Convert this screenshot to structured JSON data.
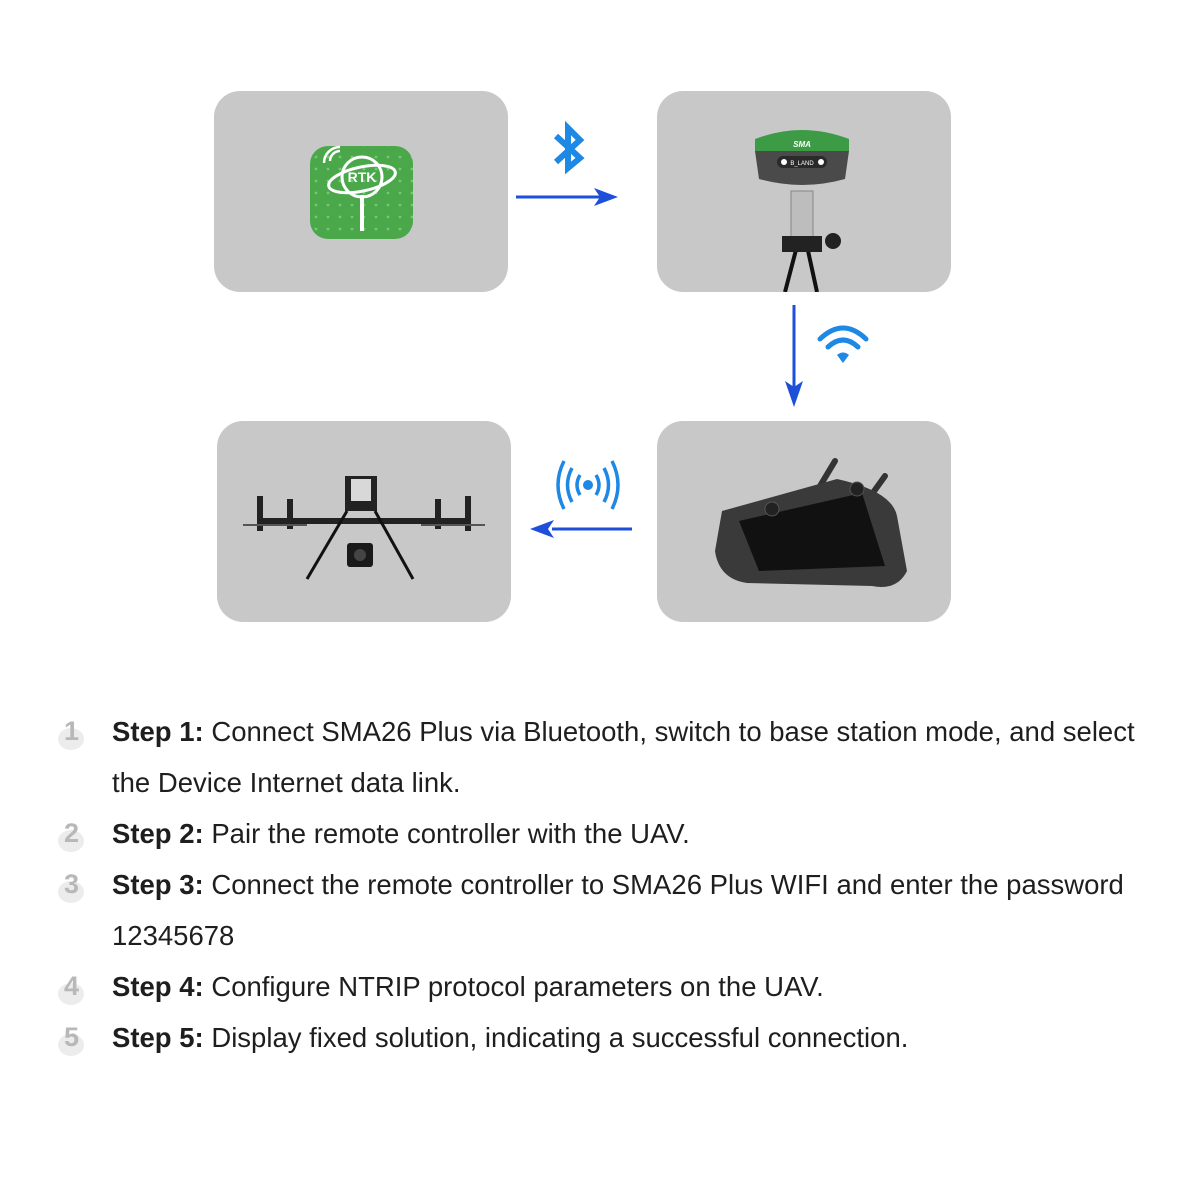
{
  "app_icon": {
    "text": "RTK",
    "color": "#4aa84a"
  },
  "receiver": {
    "brand_text": "SMA",
    "button_text": "B_LAND"
  },
  "colors": {
    "arrow": "#1d4fd8",
    "icon_blue": "#1e88e5",
    "card": "#c8c8c8"
  },
  "icons": {
    "top": "bluetooth-icon",
    "right": "wifi-icon",
    "middle": "radio-signal-icon"
  },
  "steps": [
    {
      "num": "1",
      "label": "Step 1:",
      "text": " Connect SMA26 Plus  via Bluetooth, switch to base station mode, and select the Device Internet data link."
    },
    {
      "num": "2",
      "label": "Step 2:",
      "text": " Pair the remote controller with the UAV."
    },
    {
      "num": "3",
      "label": "Step 3:",
      "text": " Connect the remote controller to SMA26 Plus WIFI and enter the password 12345678"
    },
    {
      "num": "4",
      "label": "Step 4:",
      "text": " Configure NTRIP protocol parameters on the UAV."
    },
    {
      "num": "5",
      "label": "Step 5:",
      "text": " Display fixed solution, indicating a successful connection."
    }
  ]
}
